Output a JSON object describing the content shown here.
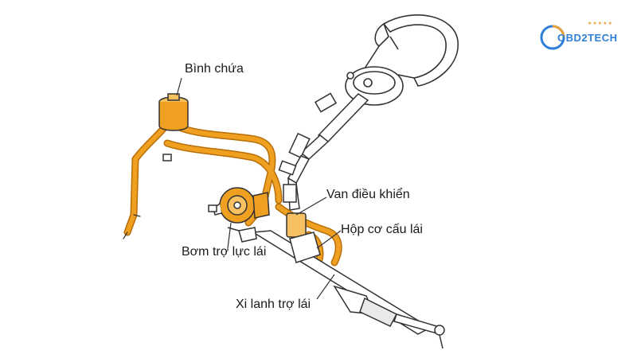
{
  "labels": {
    "reservoir": "Bình chứa",
    "control_valve": "Van điều khiển",
    "steering_gear_box": "Hộp cơ cấu lái",
    "power_pump": "Bơm trợ lực lái",
    "power_cylinder": "Xi lanh trợ lái"
  },
  "logo": {
    "text": "OBD2TECH",
    "stars": "★★★★★"
  },
  "colors": {
    "hydraulic": "#f0a020",
    "hydraulic_dark": "#b86e08",
    "line": "#333333",
    "logo_blue": "#2f7fd8",
    "logo_orange": "#e8a33a"
  }
}
